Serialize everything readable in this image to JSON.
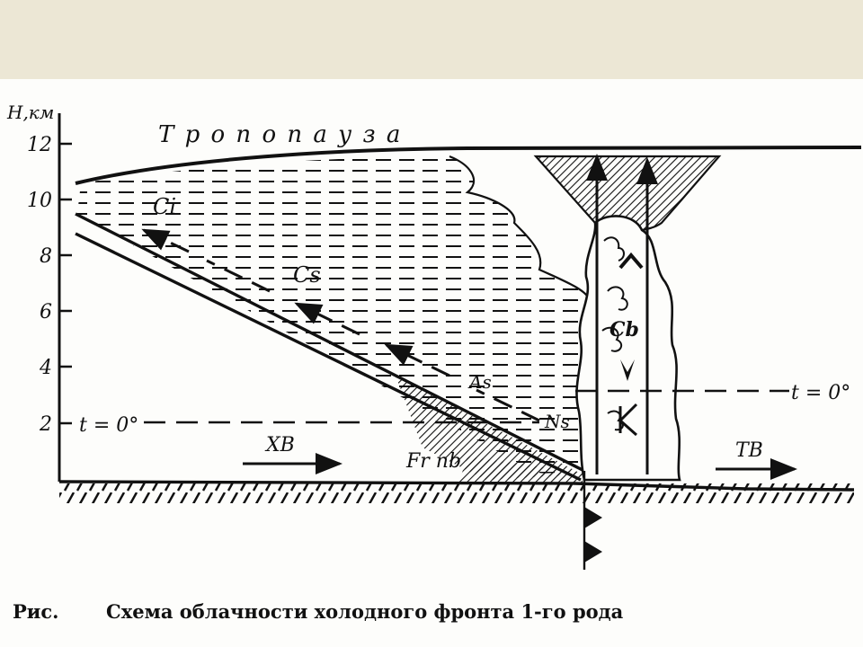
{
  "background_band_color": "#ece7d5",
  "diagram": {
    "y_axis_label": "H,км",
    "y_ticks": [
      "12",
      "10",
      "8",
      "6",
      "4",
      "2"
    ],
    "tropopause_label": "Т р о п о п а у з а",
    "freezing_level_left": "t = 0°",
    "freezing_level_right": "t = 0°",
    "cloud_labels": {
      "ci": "Ci",
      "cs": "Cs",
      "as": "As",
      "ns": "Ns",
      "cb": "Cb",
      "fr_nb": "Fr nb"
    },
    "cold_air_label": "XB",
    "warm_air_label": "TB",
    "line_color": "#111111"
  },
  "caption": {
    "figure_label": "Рис.",
    "text": "Схема облачности холодного фронта 1-го рода"
  }
}
